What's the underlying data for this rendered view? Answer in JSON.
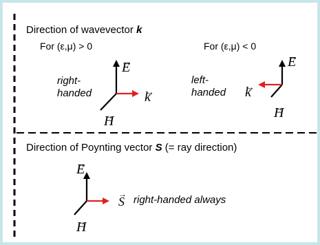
{
  "section1": {
    "heading_prefix": "Direction of wavevector ",
    "heading_symbol": "k",
    "left": {
      "condition": "For (ε,μ) > 0",
      "handedness_line1": "right-",
      "handedness_line2": "handed",
      "labels": {
        "E": "E",
        "H": "H",
        "k": "k"
      }
    },
    "right": {
      "condition": "For (ε,μ) < 0",
      "handedness_line1": "left-",
      "handedness_line2": "handed",
      "labels": {
        "E": "E",
        "H": "H",
        "k": "k"
      }
    }
  },
  "section2": {
    "heading_prefix": "Direction of Poynting vector ",
    "heading_symbol": "S",
    "heading_suffix": " (= ray direction)",
    "labels": {
      "E": "E",
      "H": "H",
      "S": "S"
    },
    "note": "right-handed always"
  },
  "vector_arrow_glyph": "→",
  "colors": {
    "frame": "#c7e6ec",
    "red_arrow": "#e02020",
    "black": "#000000"
  }
}
